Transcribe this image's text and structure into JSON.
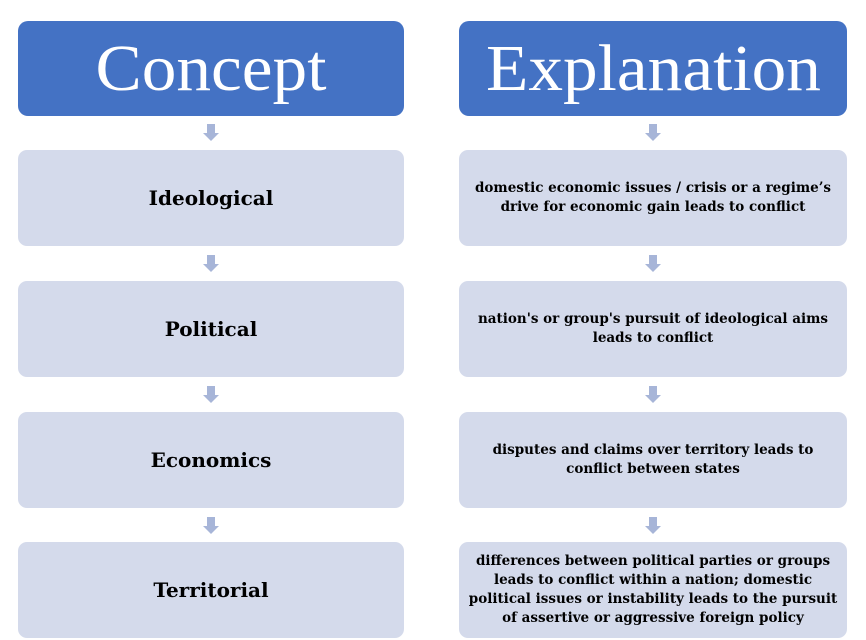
{
  "concept_column": {
    "header": "Concept",
    "items": [
      {
        "label": "Ideological"
      },
      {
        "label": "Political"
      },
      {
        "label": "Economics"
      },
      {
        "label": "Territorial"
      }
    ]
  },
  "explanation_column": {
    "header": "Explanation",
    "items": [
      {
        "label": "domestic economic issues / crisis or a regime’s drive for economic gain leads to conflict"
      },
      {
        "label": "nation's or group's pursuit of ideological aims leads to conflict"
      },
      {
        "label": "disputes and claims over territory leads to conflict between states"
      },
      {
        "label": "differences between political parties or groups leads to conflict within a nation; domestic political issues or instability leads to the pursuit of assertive or aggressive foreign policy"
      }
    ]
  },
  "colors": {
    "header_fill": "#4472c4",
    "card_fill": "#d4daeb",
    "arrow_fill": "#a7b5d8"
  }
}
